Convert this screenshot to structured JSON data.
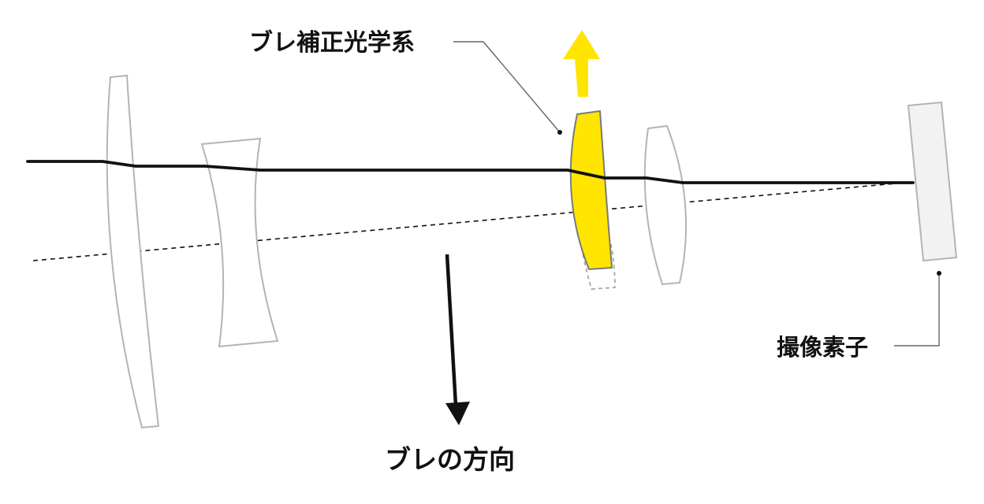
{
  "labels": {
    "stabilizer": "ブレ補正光学系",
    "sensor": "撮像素子",
    "shake_direction": "ブレの方向"
  },
  "colors": {
    "stabilizer_lens": "#ffe500",
    "shift_arrow": "#ffe500",
    "lens_outline": "#b4b4b4",
    "sensor_fill": "#f2f2f2",
    "light_ray": "#111111",
    "optical_axis_dashed": "#111111"
  },
  "icons": {
    "shift_arrow": "yellow-up-arrow-icon",
    "direction_arrow": "black-down-arrow-icon"
  }
}
